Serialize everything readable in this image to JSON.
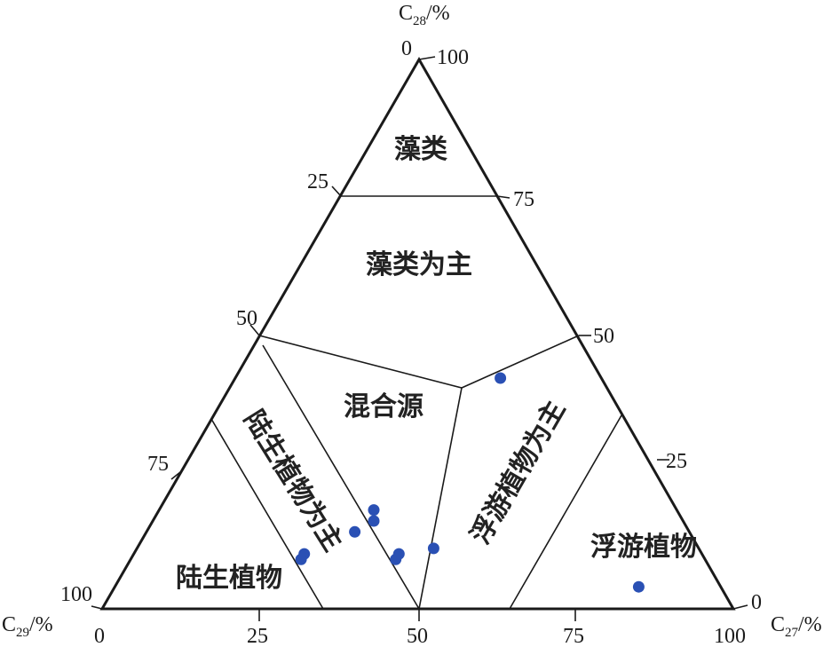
{
  "axes": {
    "top": {
      "name": "C",
      "sub": "28",
      "unit": "/%",
      "ticks": [
        "0",
        "100",
        "25",
        "75",
        "50",
        "50"
      ]
    },
    "left": {
      "name": "C",
      "sub": "29",
      "unit": "/%",
      "ticks": [
        "100",
        "75"
      ]
    },
    "right": {
      "name": "C",
      "sub": "27",
      "unit": "/%",
      "ticks": [
        "25",
        "0"
      ]
    },
    "bottom": {
      "ticks": [
        "0",
        "25",
        "50",
        "75",
        "100"
      ]
    }
  },
  "regions": {
    "algae": "藻类",
    "algae_dominant": "藻类为主",
    "mixed": "混合源",
    "terrestrial_dominant": "陆生植物为主",
    "terrestrial": "陆生植物",
    "plankton_dominant": "浮游植物为主",
    "plankton": "浮游植物"
  },
  "chart_data": {
    "type": "scatter",
    "subtype": "ternary",
    "components": [
      "C27",
      "C28",
      "C29"
    ],
    "point_color": "#2a50b4",
    "points": [
      {
        "C27": 42,
        "C28": 42,
        "C29": 16
      },
      {
        "C27": 34,
        "C28": 18,
        "C29": 48
      },
      {
        "C27": 35,
        "C28": 16,
        "C29": 49
      },
      {
        "C27": 33,
        "C28": 14,
        "C29": 53
      },
      {
        "C27": 27,
        "C28": 10,
        "C29": 63
      },
      {
        "C27": 27,
        "C28": 9,
        "C29": 64
      },
      {
        "C27": 42,
        "C28": 10,
        "C29": 48
      },
      {
        "C27": 42,
        "C28": 9,
        "C29": 49
      },
      {
        "C27": 47,
        "C28": 11,
        "C29": 42
      },
      {
        "C27": 83,
        "C28": 4,
        "C29": 13
      }
    ]
  }
}
